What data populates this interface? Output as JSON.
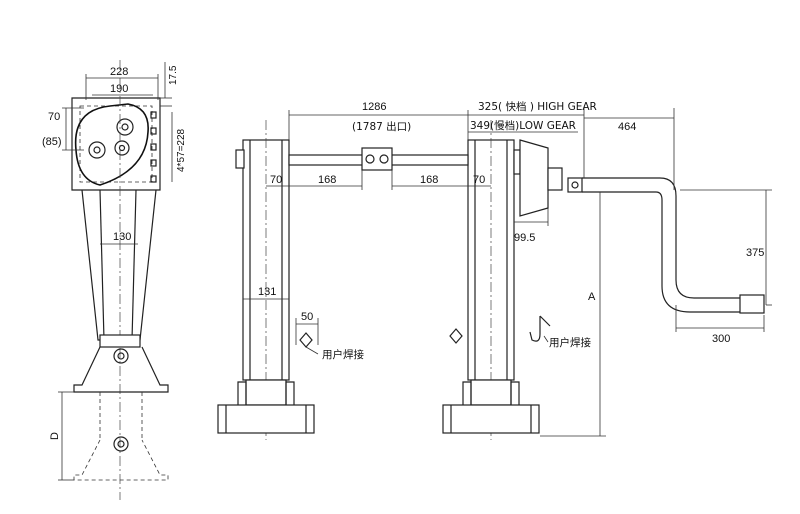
{
  "dimensions": {
    "d228": "228",
    "d17_5": "17.5",
    "d190": "190",
    "d70_left": "70",
    "d85": "(85)",
    "d4x57": "4*57=228",
    "d130": "130",
    "d_D": "D",
    "d1286": "1286",
    "d1787": "(1787 出口)",
    "d325": "325( 快档 ) HIGH GEAR",
    "d349": "349(慢档)LOW GEAR",
    "d464": "464",
    "d70_a": "70",
    "d168_a": "168",
    "d168_b": "168",
    "d70_b": "70",
    "d99_5": "99.5",
    "d375": "375",
    "d131": "131",
    "d50": "50",
    "d_A": "A",
    "d300": "300"
  },
  "notes": {
    "weld_left": "用户焊接",
    "weld_right": "用户焊接"
  }
}
